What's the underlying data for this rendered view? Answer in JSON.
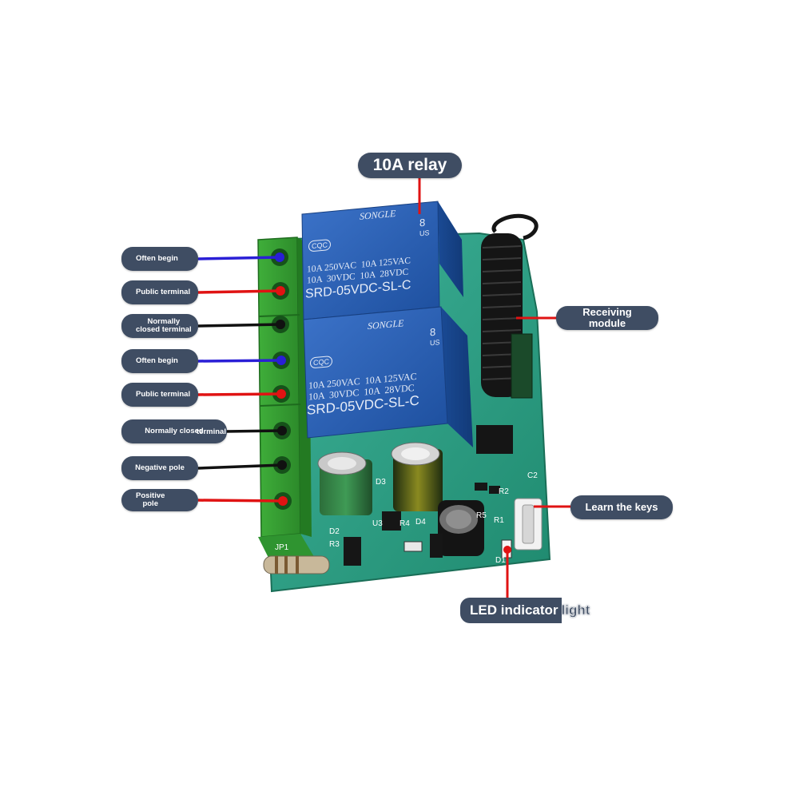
{
  "labels": {
    "relay": "10A relay",
    "receiving_module": "Receiving\nmodule",
    "learn_keys": "Learn the keys",
    "led_indicator_part1": "LED indicator ",
    "led_indicator_part2": "light",
    "terminals": [
      "Often begin",
      "Public terminal",
      "Normally\nclosed terminal",
      "Often begin",
      "Public terminal",
      "Normally closed ",
      "Negative pole",
      "Positive\npole"
    ],
    "nc_overflow": "terminal"
  },
  "relay_body": {
    "brand": "SONGLE",
    "model": "SRD-05VDC-SL-C",
    "rating_ac": "10A 250VAC  10A 125VAC",
    "rating_dc": "10A  30VDC  10A  28VDC",
    "cert_mark": "CQC",
    "ul_mark": "8",
    "us_mark": "US"
  },
  "pcb_marks": [
    "D2",
    "R3",
    "JP1",
    "D3",
    "U3",
    "D4",
    "R4",
    "R5",
    "R1",
    "D1",
    "C2",
    "R2"
  ],
  "connector_colors": {
    "blue": "#2a1fd6",
    "red": "#e01313",
    "black": "#111111"
  },
  "wire_colors": [
    "blue",
    "red",
    "black",
    "blue",
    "red",
    "black",
    "black",
    "red"
  ]
}
